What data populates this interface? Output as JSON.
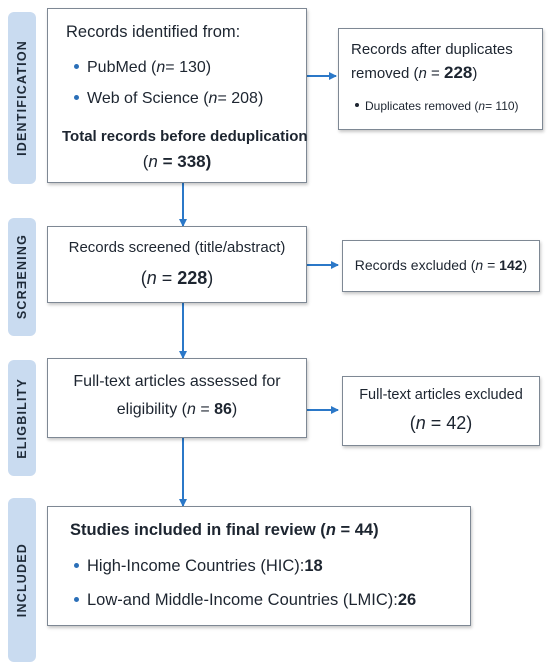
{
  "phases": {
    "identification": "IDENTIFICATION",
    "screening": "SCRƎENING",
    "eligibility": "ELIGBILITY",
    "included": "INCLUDED"
  },
  "identification": {
    "heading": "Records identified from:",
    "sources": [
      {
        "label": "PubMed (",
        "n_prefix": "n",
        "n_value": " = 130)"
      },
      {
        "label": "Web of Science (",
        "n_prefix": "n",
        "n_value": " = 208)"
      }
    ],
    "total_label": "Total records before deduplication",
    "total_open": "(",
    "total_n": "n",
    "total_value": " = 338)"
  },
  "dedup": {
    "line1": "Records after duplicates",
    "line2_pre": "removed (",
    "line2_n": "n",
    "line2_eq": " = ",
    "line2_value": "228",
    "line2_close": ")",
    "sub_label": "Duplicates removed (",
    "sub_n": "n",
    "sub_value": " = 110)"
  },
  "screening": {
    "line1": "Records screened (title/abstract)",
    "line2_open": "(",
    "line2_n": "n",
    "line2_eq": " = ",
    "line2_value": "228",
    "line2_close": ")"
  },
  "excluded": {
    "label": "Records excluded (",
    "n": "n",
    "eq": " = ",
    "value": "142",
    "close": ")"
  },
  "eligibility": {
    "line1": "Full-text articles assessed for",
    "line2_pre": "eligibility (",
    "line2_n": "n",
    "line2_eq": " = ",
    "line2_value": "86",
    "line2_close": ")"
  },
  "fulltext_excluded": {
    "line1": "Full-text articles excluded",
    "line2_open": "(",
    "line2_n": "n",
    "line2_eq": " = ",
    "line2_value": "42",
    "line2_close": ")"
  },
  "included": {
    "heading_pre": "Studies included in final review (",
    "heading_n": "n",
    "heading_eq": " = ",
    "heading_value": "44",
    "heading_close": ")",
    "items": [
      {
        "label": "High-Income Countries (HIC): ",
        "value": "18"
      },
      {
        "label": "Low-and Middle-Income Countries (LMIC): ",
        "value": "26"
      }
    ]
  },
  "colors": {
    "arrow": "#2b78c8",
    "phase_bg": "#c9dbf0",
    "bullet": "#2b6fb8",
    "box_border": "#7e8894"
  }
}
